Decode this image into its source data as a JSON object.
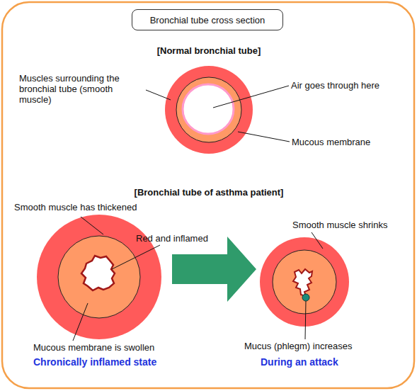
{
  "diagram": {
    "title": "Bronchial tube cross section",
    "labels": [
      "[Normal bronchial tube]",
      "Muscles surrounding the bronchial tube (smooth muscle)",
      "Air goes through here",
      "Mucous membrane",
      "[Bronchial tube of asthma patient]",
      "Smooth muscle has thickened",
      "Red and inflamed",
      "Mucous membrane is swollen",
      "Chronically inflamed state",
      "Smooth muscle shrinks",
      "Mucus (phlegm) increases",
      "During an attack"
    ]
  }
}
